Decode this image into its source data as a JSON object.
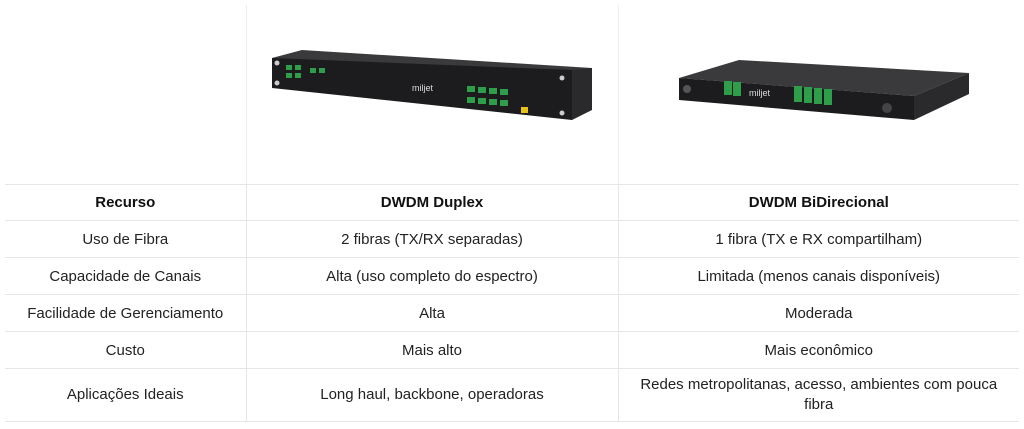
{
  "products": [
    {
      "name": "DWDM Duplex",
      "brand_logo": "miljet",
      "icon": "rack-mux-device"
    },
    {
      "name": "DWDM BiDirecional",
      "brand_logo": "miljet",
      "icon": "compact-mux-device"
    }
  ],
  "table": {
    "headers": [
      "Recurso",
      "DWDM Duplex",
      "DWDM BiDirecional"
    ],
    "rows": [
      [
        "Uso de Fibra",
        "2 fibras (TX/RX separadas)",
        "1 fibra (TX e RX compartilham)"
      ],
      [
        "Capacidade de Canais",
        "Alta (uso completo do espectro)",
        "Limitada (menos canais disponíveis)"
      ],
      [
        "Facilidade de Gerenciamento",
        "Alta",
        "Moderada"
      ],
      [
        "Custo",
        "Mais alto",
        "Mais econômico"
      ],
      [
        "Aplicações Ideais",
        "Long haul, backbone, operadoras",
        "Redes metropolitanas, acesso, ambientes com pouca fibra"
      ]
    ]
  },
  "colors": {
    "device": "#1c1c1e",
    "connector": "#2e9e4a",
    "border": "#e6e6e6"
  }
}
